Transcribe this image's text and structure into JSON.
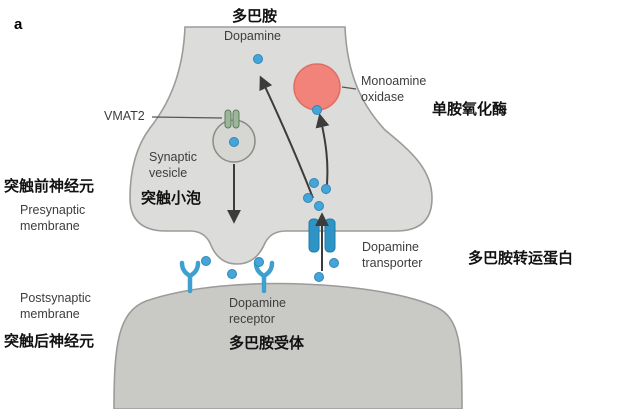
{
  "panel": {
    "label": "a"
  },
  "colors": {
    "background": "#ffffff",
    "terminal_fill": "#dcdcda",
    "terminal_stroke": "#9b9b99",
    "postsynaptic_fill": "#c9c9c6",
    "vesicle_fill": "#d6d6d3",
    "mao_fill": "#f2837b",
    "mao_stroke": "#de6e66",
    "dot_fill": "#45a5d8",
    "receptor_stroke": "#3fa0d0",
    "transporter_fill": "#2f93c5",
    "vmat2_fill": "#9cb69a",
    "arrow_color": "#3c3c3c",
    "text_en": "#3d3d3d",
    "text_cn": "#111111"
  },
  "labels": {
    "dopamine_cn": "多巴胺",
    "dopamine_en": "Dopamine",
    "monoamine_oxidase_en": "Monoamine\noxidase",
    "monoamine_oxidase_cn": "单胺氧化酶",
    "vmat2": "VMAT2",
    "synaptic_vesicle_en": "Synaptic\nvesicle",
    "synaptic_vesicle_cn": "突触小泡",
    "presynaptic_neuron_cn": "突触前神经元",
    "presynaptic_membrane_en": "Presynaptic\nmembrane",
    "dopamine_transporter_en": "Dopamine\ntransporter",
    "dopamine_transporter_cn": "多巴胺转运蛋白",
    "postsynaptic_membrane_en": "Postsynaptic\nmembrane",
    "postsynaptic_neuron_cn": "突触后神经元",
    "dopamine_receptor_en": "Dopamine\nreceptor",
    "dopamine_receptor_cn": "多巴胺受体"
  }
}
